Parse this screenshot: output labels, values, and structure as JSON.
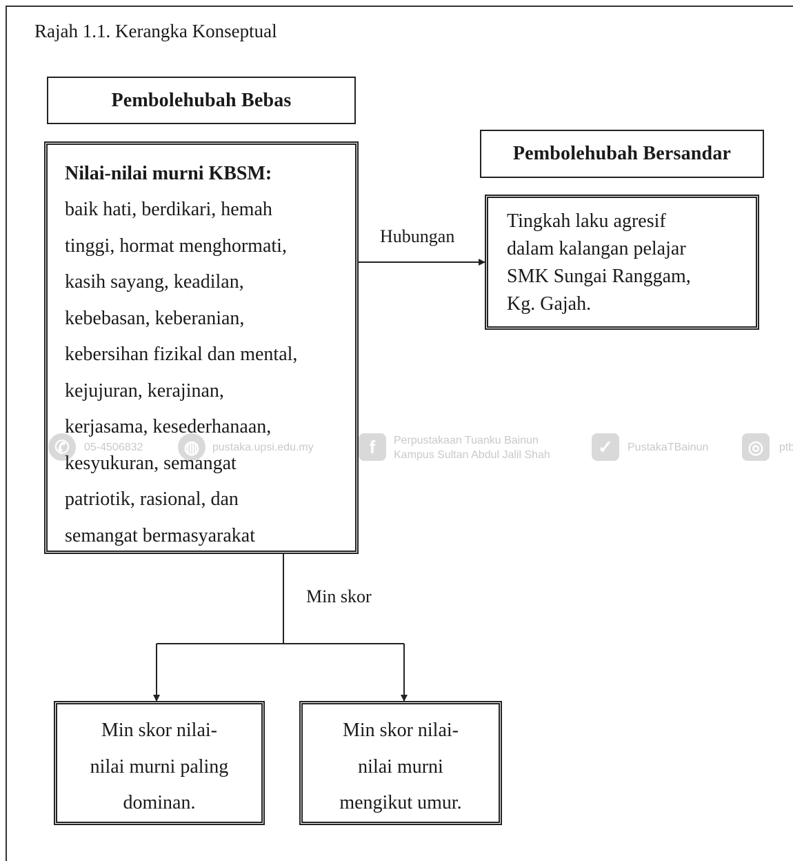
{
  "caption": "Rajah 1.1.  Kerangka Konseptual",
  "independent": {
    "header": "Pembolehubah Bebas",
    "title": "Nilai-nilai murni KBSM:",
    "lines": [
      "baik hati, berdikari, hemah",
      "tinggi, hormat menghormati,",
      "kasih sayang, keadilan,",
      "kebebasan, keberanian,",
      "kebersihan fizikal dan mental,",
      "kejujuran, kerajinan,",
      "kerjasama, kesederhanaan,",
      "kesyukuran, semangat",
      "patriotik, rasional, dan",
      "semangat bermasyarakat"
    ]
  },
  "dependent": {
    "header": "Pembolehubah Bersandar",
    "lines": [
      "Tingkah laku agresif",
      "dalam kalangan pelajar",
      "SMK Sungai Ranggam,",
      "Kg. Gajah."
    ]
  },
  "relation_label": "Hubungan",
  "branch_label": "Min skor",
  "outcomes": [
    {
      "lines": [
        "Min skor nilai-",
        "nilai murni paling",
        "dominan."
      ]
    },
    {
      "lines": [
        "Min skor nilai-",
        "nilai murni",
        "mengikut umur."
      ]
    }
  ],
  "watermark": {
    "phone": "05-4506832",
    "site": "pustaka.upsi.edu.my",
    "library_line1": "Perpustakaan Tuanku Bainun",
    "library_line2": "Kampus Sultan Abdul Jalil Shah",
    "twitter": "PustakaTBainun",
    "instagram": "ptb"
  }
}
